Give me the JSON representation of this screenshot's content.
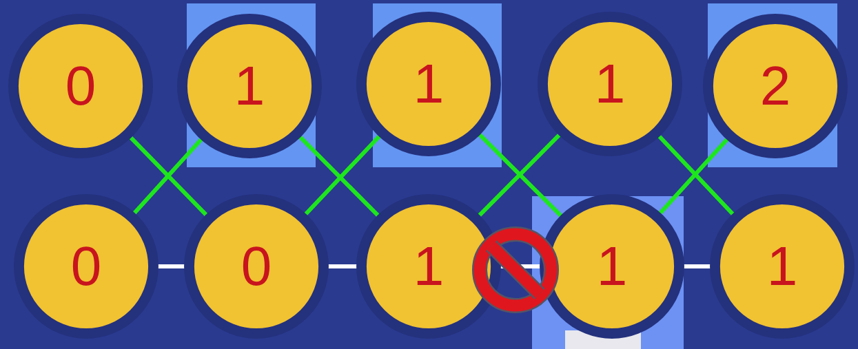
{
  "diagram": {
    "nodes": [
      {
        "text": [
          "0"
        ]
      },
      {
        "text": [
          "1"
        ]
      },
      {
        "text": [
          "1"
        ]
      },
      {
        "text": [
          "1"
        ]
      },
      {
        "text": [
          "2"
        ]
      },
      {
        "text": [
          "0"
        ]
      },
      {
        "text": [
          "0"
        ]
      },
      {
        "text": [
          "1"
        ]
      },
      {
        "text": [
          "1"
        ]
      },
      {
        "text": [
          "1"
        ]
      }
    ],
    "edges": [
      {
        "from": 0,
        "to": 6,
        "arrow": "none"
      },
      {
        "from": 5,
        "to": 1,
        "arrow": "none"
      },
      {
        "from": 1,
        "to": 7,
        "arrow": "none"
      },
      {
        "from": 6,
        "to": 2,
        "arrow": "none"
      },
      {
        "from": 2,
        "to": 8,
        "arrow": "none"
      },
      {
        "from": 7,
        "to": 3,
        "arrow": "none"
      },
      {
        "from": 3,
        "to": 9,
        "arrow": "none"
      },
      {
        "from": 8,
        "to": 4,
        "arrow": "none"
      },
      {
        "from": 5,
        "to": 6,
        "arrow": "none"
      },
      {
        "from": 6,
        "to": 7,
        "arrow": "none"
      },
      {
        "from": 7,
        "to": 8,
        "arrow": "none"
      },
      {
        "from": 8,
        "to": 9,
        "arrow": "none"
      }
    ]
  }
}
